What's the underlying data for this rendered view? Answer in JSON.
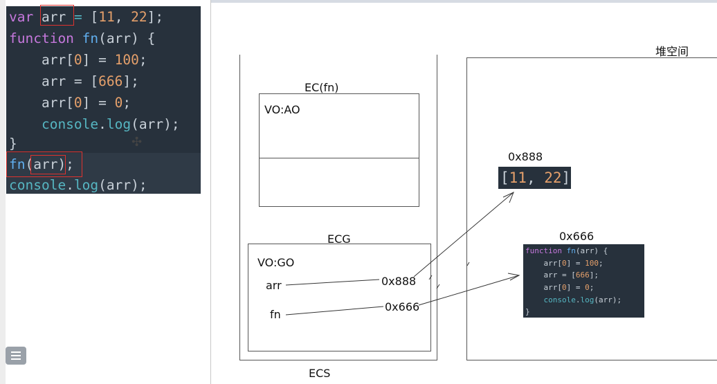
{
  "code": {
    "lines": [
      [
        {
          "t": "var",
          "c": "kw"
        },
        {
          "t": " ",
          "c": "punc"
        },
        {
          "t": "arr",
          "c": "var"
        },
        {
          "t": " = ",
          "c": "op"
        },
        {
          "t": "[",
          "c": "punc"
        },
        {
          "t": "11",
          "c": "num"
        },
        {
          "t": ", ",
          "c": "punc"
        },
        {
          "t": "22",
          "c": "num"
        },
        {
          "t": "];",
          "c": "punc"
        }
      ],
      [
        {
          "t": "function",
          "c": "kw"
        },
        {
          "t": " ",
          "c": "punc"
        },
        {
          "t": "fn",
          "c": "fnc"
        },
        {
          "t": "(arr) {",
          "c": "punc"
        }
      ],
      [
        {
          "t": "    arr[",
          "c": "var"
        },
        {
          "t": "0",
          "c": "num"
        },
        {
          "t": "] = ",
          "c": "var"
        },
        {
          "t": "100",
          "c": "num"
        },
        {
          "t": ";",
          "c": "punc"
        }
      ],
      [
        {
          "t": "    arr = [",
          "c": "var"
        },
        {
          "t": "666",
          "c": "num"
        },
        {
          "t": "];",
          "c": "punc"
        }
      ],
      [
        {
          "t": "    arr[",
          "c": "var"
        },
        {
          "t": "0",
          "c": "num"
        },
        {
          "t": "] = ",
          "c": "var"
        },
        {
          "t": "0",
          "c": "num"
        },
        {
          "t": ";",
          "c": "punc"
        }
      ],
      [
        {
          "t": "    console",
          "c": "mth"
        },
        {
          "t": ".",
          "c": "punc"
        },
        {
          "t": "log",
          "c": "mth"
        },
        {
          "t": "(arr);",
          "c": "punc"
        }
      ],
      [
        {
          "t": "}",
          "c": "punc"
        }
      ],
      [
        {
          "t": "fn",
          "c": "fnc"
        },
        {
          "t": "(arr);",
          "c": "punc"
        }
      ],
      [
        {
          "t": "console",
          "c": "mth"
        },
        {
          "t": ".",
          "c": "punc"
        },
        {
          "t": "log",
          "c": "mth"
        },
        {
          "t": "(arr);",
          "c": "punc"
        }
      ]
    ]
  },
  "ecs": {
    "label": "ECS",
    "ec_fn": {
      "title": "EC(fn)",
      "vo_label": "VO:AO"
    },
    "ecg": {
      "title": "ECG",
      "vo_label": "VO:GO",
      "vars": [
        {
          "name": "arr",
          "value": "0x888"
        },
        {
          "name": "fn",
          "value": "0x666"
        }
      ]
    }
  },
  "heap": {
    "label": "堆空间",
    "array": {
      "address": "0x888",
      "content": [
        {
          "t": "[",
          "c": "punc"
        },
        {
          "t": "11",
          "c": "num"
        },
        {
          "t": ", ",
          "c": "punc"
        },
        {
          "t": "22",
          "c": "num"
        },
        {
          "t": "]",
          "c": "punc"
        }
      ]
    },
    "function": {
      "address": "0x666",
      "lines": [
        [
          {
            "t": "function",
            "c": "kw"
          },
          {
            "t": " ",
            "c": "punc"
          },
          {
            "t": "fn",
            "c": "fnc"
          },
          {
            "t": "(arr) {",
            "c": "punc"
          }
        ],
        [
          {
            "t": "    arr[",
            "c": "var"
          },
          {
            "t": "0",
            "c": "num"
          },
          {
            "t": "] = ",
            "c": "var"
          },
          {
            "t": "100",
            "c": "num"
          },
          {
            "t": ";",
            "c": "punc"
          }
        ],
        [
          {
            "t": "    arr = [",
            "c": "var"
          },
          {
            "t": "666",
            "c": "num"
          },
          {
            "t": "];",
            "c": "punc"
          }
        ],
        [
          {
            "t": "    arr[",
            "c": "var"
          },
          {
            "t": "0",
            "c": "num"
          },
          {
            "t": "] = ",
            "c": "var"
          },
          {
            "t": "0",
            "c": "num"
          },
          {
            "t": ";",
            "c": "punc"
          }
        ],
        [
          {
            "t": "    console",
            "c": "mth"
          },
          {
            "t": ".",
            "c": "punc"
          },
          {
            "t": "log",
            "c": "mth"
          },
          {
            "t": "(arr);",
            "c": "punc"
          }
        ],
        [
          {
            "t": "}",
            "c": "punc"
          }
        ]
      ]
    }
  },
  "colors": {
    "code_bg": "#27313c",
    "keyword": "#c678dd",
    "number": "#e5a06b",
    "function": "#61afef",
    "highlight_box": "#e0332e"
  },
  "icons": {
    "list": "list-icon",
    "cursor": "move-cursor-icon"
  }
}
